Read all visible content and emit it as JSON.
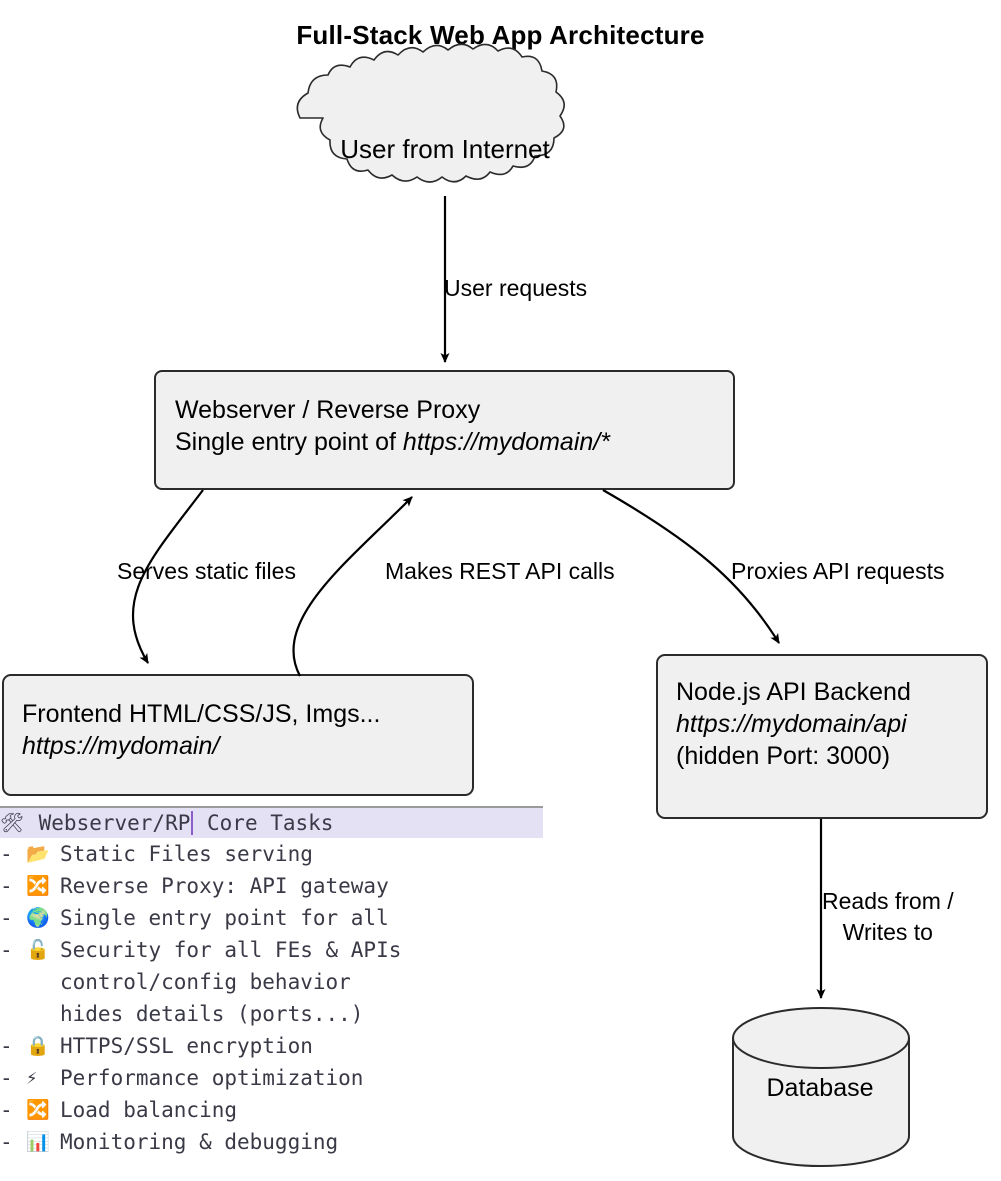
{
  "title": "Full-Stack Web App Architecture",
  "nodes": {
    "cloud": {
      "name": "User from Internet",
      "lines": [
        "User from Internet"
      ]
    },
    "webserver": {
      "name": "Webserver / Reverse Proxy",
      "line1": "Webserver / Reverse Proxy",
      "line2_prefix": "Single entry point of ",
      "line2_url": "https://mydomain/*"
    },
    "frontend": {
      "name": "Frontend",
      "line1": "Frontend HTML/CSS/JS, Imgs...",
      "line2_url": "https://mydomain/"
    },
    "backend": {
      "name": "Node.js API Backend",
      "line1": "Node.js API Backend",
      "line2_url": "https://mydomain/api",
      "line3": "(hidden Port: 3000)"
    },
    "database": {
      "name": "Database",
      "label": "Database"
    }
  },
  "edges": {
    "user_requests": "User requests",
    "serves_static": "Serves static files",
    "rest_api": "Makes REST API calls",
    "proxies_api": "Proxies API requests",
    "reads_writes_l1": "Reads from /",
    "reads_writes_l2": "Writes to"
  },
  "tasks": {
    "header": {
      "icon": "hammer-and-wrench-icon",
      "icon_glyph": "🛠",
      "text_before_caret": " Webserver/RP",
      "text_after_caret": " Core Tasks"
    },
    "bullet": "-",
    "items": [
      {
        "icon": "folder-icon",
        "icon_glyph": "📂",
        "text": "Static Files serving"
      },
      {
        "icon": "shuffle-icon",
        "icon_glyph": "🔀",
        "text": "Reverse Proxy: API gateway"
      },
      {
        "icon": "globe-icon",
        "icon_glyph": "🌍",
        "text": "Single entry point for all"
      },
      {
        "icon": "unlock-icon",
        "icon_glyph": "🔓",
        "text": "Security for all FEs & APIs",
        "continuations": [
          "control/config behavior",
          "hides details (ports...)"
        ]
      },
      {
        "icon": "lock-icon",
        "icon_glyph": "🔒",
        "text": "HTTPS/SSL encryption"
      },
      {
        "icon": "zap-icon",
        "icon_glyph": "⚡",
        "text": "Performance optimization"
      },
      {
        "icon": "shuffle-icon",
        "icon_glyph": "🔀",
        "text": "Load balancing"
      },
      {
        "icon": "bar-chart-icon",
        "icon_glyph": "📊",
        "text": "Monitoring & debugging"
      }
    ]
  },
  "colors": {
    "node_fill": "#f0f0f0",
    "node_stroke": "#2b2b2b",
    "highlight_bg": "#e4e1f5",
    "caret": "#8b5ec9",
    "mono_text": "#3a3a47",
    "background": "#ffffff"
  }
}
